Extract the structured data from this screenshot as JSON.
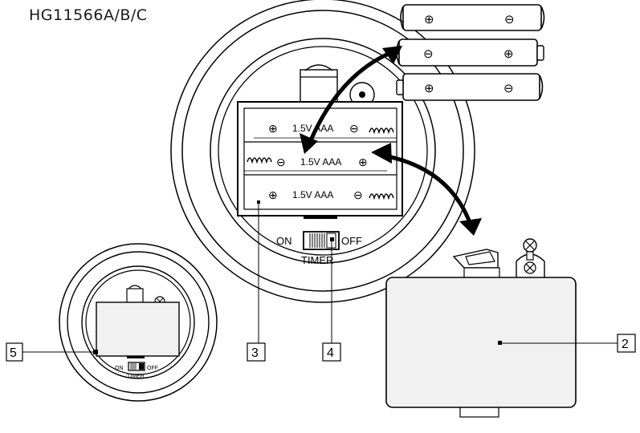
{
  "model": "HG11566A/B/C",
  "callouts": {
    "c2": "2",
    "c3": "3",
    "c4": "4",
    "c5": "5"
  },
  "battery_compartment": {
    "row1": "1.5V AAA",
    "row2": "1.5V AAA",
    "row3": "1.5V AAA"
  },
  "switch": {
    "on": "ON",
    "off": "OFF",
    "timer": "TIMER"
  },
  "small_switch": {
    "on": "ON",
    "off": "OFF",
    "timer": "TIMER"
  },
  "polarity": {
    "plus": "⊕",
    "minus": "⊖"
  }
}
